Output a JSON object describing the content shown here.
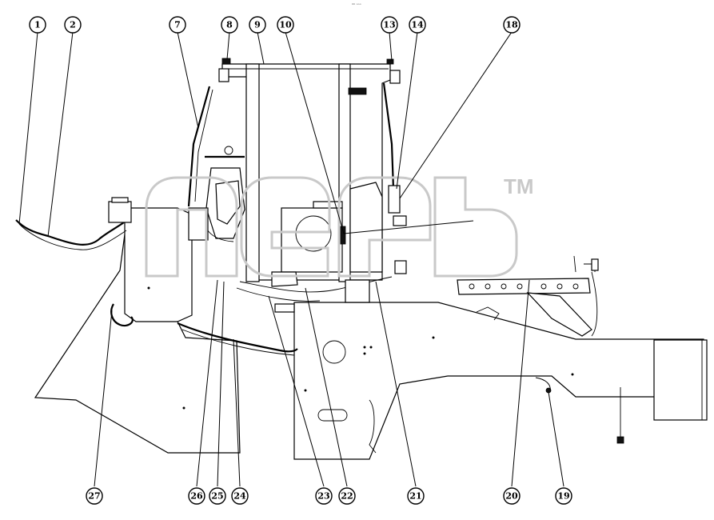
{
  "diagram": {
    "corner_mark": "⁰⁰ ᵒᵒᵒ",
    "watermark": {
      "trademark": "TM"
    },
    "callouts": [
      {
        "id": "callout-1",
        "label": "1"
      },
      {
        "id": "callout-2",
        "label": "2"
      },
      {
        "id": "callout-7",
        "label": "7"
      },
      {
        "id": "callout-8",
        "label": "8"
      },
      {
        "id": "callout-9",
        "label": "9"
      },
      {
        "id": "callout-10",
        "label": "10"
      },
      {
        "id": "callout-13",
        "label": "13"
      },
      {
        "id": "callout-14",
        "label": "14"
      },
      {
        "id": "callout-18",
        "label": "18"
      },
      {
        "id": "callout-27",
        "label": "27"
      },
      {
        "id": "callout-26",
        "label": "26"
      },
      {
        "id": "callout-25",
        "label": "25"
      },
      {
        "id": "callout-24",
        "label": "24"
      },
      {
        "id": "callout-23",
        "label": "23"
      },
      {
        "id": "callout-22",
        "label": "22"
      },
      {
        "id": "callout-21",
        "label": "21"
      },
      {
        "id": "callout-20",
        "label": "20"
      },
      {
        "id": "callout-19",
        "label": "19"
      }
    ]
  },
  "colors": {
    "line": "#000000",
    "background": "#ffffff",
    "watermark": "#c9c9c9"
  }
}
